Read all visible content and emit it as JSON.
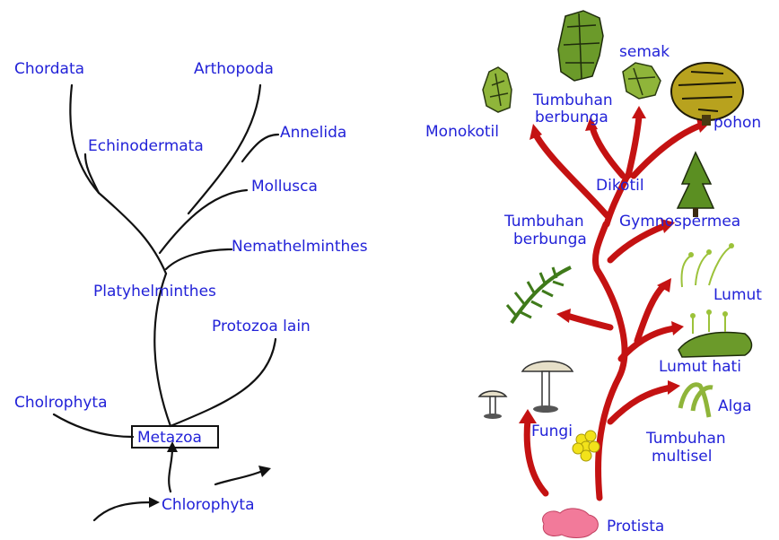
{
  "animal_tree": {
    "labels": {
      "chordata": "Chordata",
      "arthopoda": "Arthopoda",
      "echinodermata": "Echinodermata",
      "annelida": "Annelida",
      "mollusca": "Mollusca",
      "nemathelminthes": "Nemathelminthes",
      "platyhelminthes": "Platyhelminthes",
      "protozoa_lain": "Protozoa lain",
      "cholrophyta": "Cholrophyta",
      "metazoa": "Metazoa",
      "chlorophyta": "Chlorophyta"
    }
  },
  "plant_tree": {
    "labels": {
      "semak": "semak",
      "tumbuhan_berbunga_top_1": "Tumbuhan",
      "tumbuhan_berbunga_top_2": "berbunga",
      "monokotil": "Monokotil",
      "pohon": "pohon",
      "dikotil": "Dikotil",
      "tumbuhan_berbunga_mid_1": "Tumbuhan",
      "tumbuhan_berbunga_mid_2": "berbunga",
      "gymnospermea": "Gymnospermea",
      "lumut": "Lumut",
      "lumut_hati": "Lumut hati",
      "alga": "Alga",
      "fungi": "Fungi",
      "tumbuhan_multisel_1": "Tumbuhan",
      "tumbuhan_multisel_2": "multisel",
      "protista": "Protista"
    }
  },
  "colors": {
    "label_text": "#2222d8",
    "arrow": "#c41212",
    "tree_line": "#111111",
    "foliage": "#6b9a2a",
    "mushroom": "#e6dfc8",
    "protista": "#f27a9a",
    "spore": "#f2e21a"
  },
  "icons": [
    "monokotil-plant-icon",
    "flowering-plant-icon",
    "semak-bush-icon",
    "pohon-tree-icon",
    "gymnospermea-tree-icon",
    "fern-icon",
    "lumut-moss-icon",
    "lumut-hati-icon",
    "alga-icon",
    "mushroom-icon",
    "spore-cluster-icon",
    "protista-blob-icon"
  ]
}
